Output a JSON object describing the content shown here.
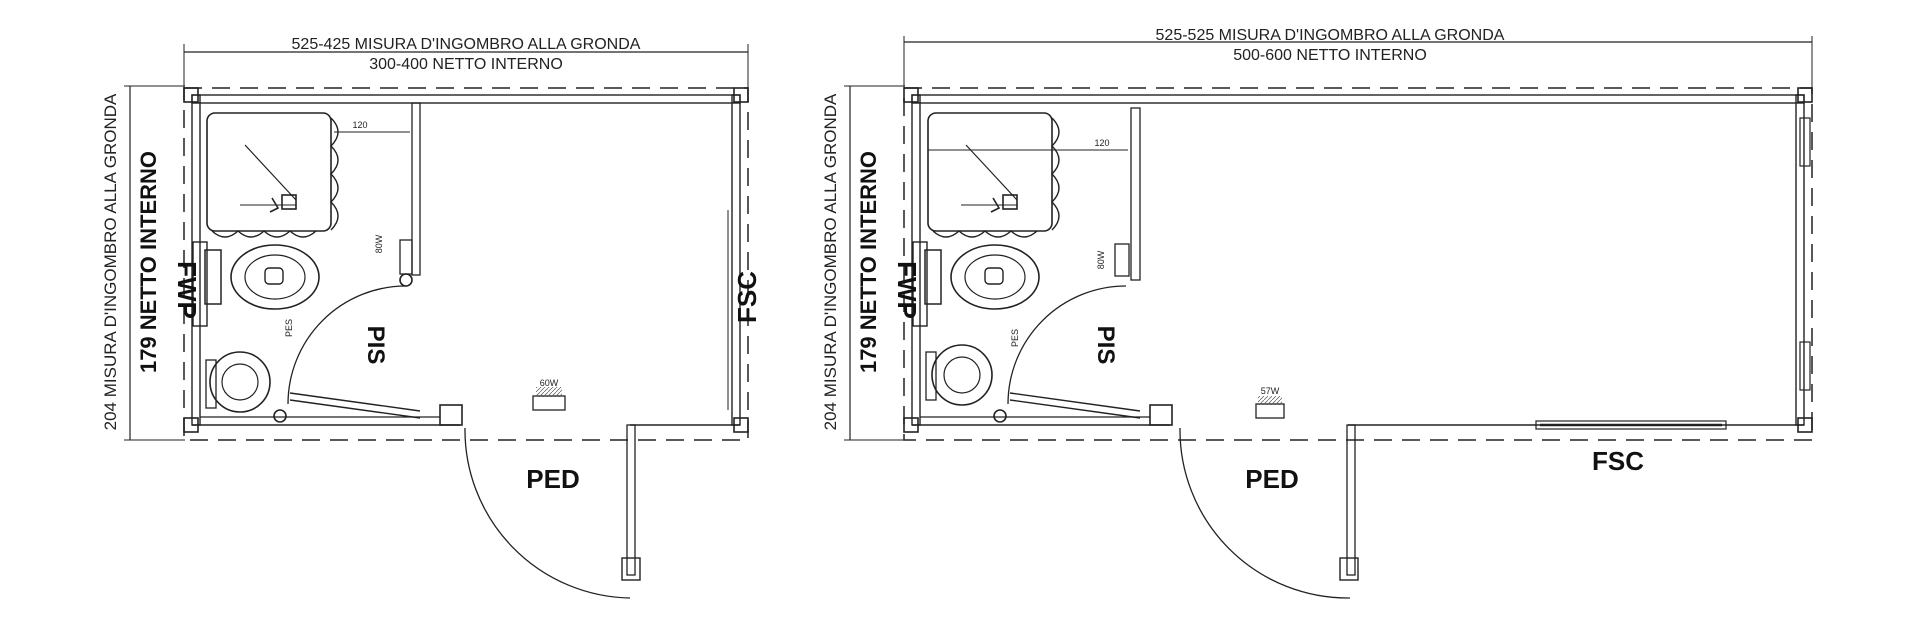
{
  "plans": [
    {
      "top_dim_outer": "525-425 MISURA D'INGOMBRO ALLA GRONDA",
      "top_dim_inner": "300-400 NETTO INTERNO",
      "side_dim_outer": "204 MISURA D'INGOMBRO ALLA GRONDA",
      "side_dim_inner": "179 NETTO INTERNO",
      "partition_dim": "120",
      "labels": {
        "fwp": "FWP",
        "fsc": "FSC",
        "pis": "PIS",
        "ped": "PED",
        "boiler": "80W",
        "light": "60W",
        "heater": "PES"
      }
    },
    {
      "top_dim_outer": "525-525 MISURA D'INGOMBRO ALLA GRONDA",
      "top_dim_inner": "500-600 NETTO INTERNO",
      "side_dim_outer": "204 MISURA D'INGOMBRO ALLA GRONDA",
      "side_dim_inner": "179 NETTO INTERNO",
      "partition_dim": "120",
      "labels": {
        "fwp": "FWP",
        "fsc": "FSC",
        "pis": "PIS",
        "ped": "PED",
        "boiler": "80W",
        "light": "57W",
        "heater": "PES"
      }
    }
  ]
}
